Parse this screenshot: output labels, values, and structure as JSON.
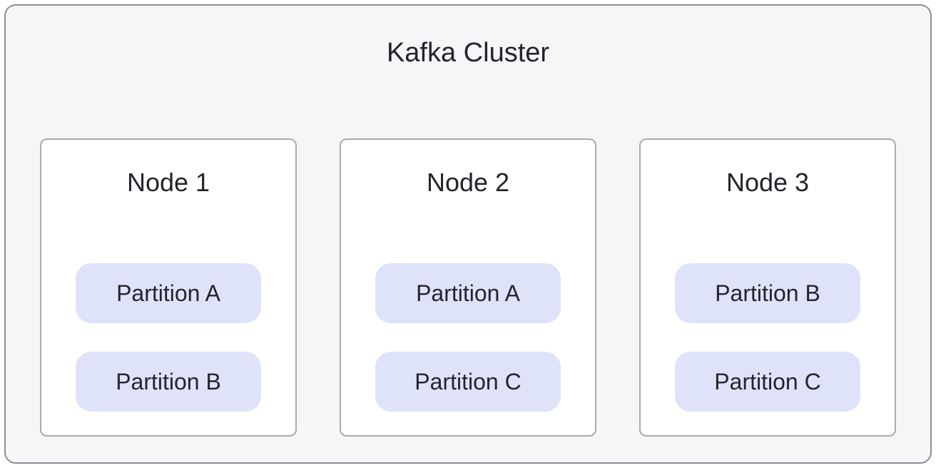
{
  "diagram": {
    "title": "Kafka Cluster",
    "nodes": [
      {
        "label": "Node 1",
        "partitions": [
          "Partition A",
          "Partition B"
        ]
      },
      {
        "label": "Node 2",
        "partitions": [
          "Partition A",
          "Partition C"
        ]
      },
      {
        "label": "Node 3",
        "partitions": [
          "Partition B",
          "Partition C"
        ]
      }
    ],
    "colors": {
      "container_bg": "#f5f6f8",
      "container_border": "#8e8e99",
      "card_bg": "#ffffff",
      "card_border": "#a9a9b3",
      "partition_bg": "#dee3fa",
      "text": "#22252b"
    }
  }
}
